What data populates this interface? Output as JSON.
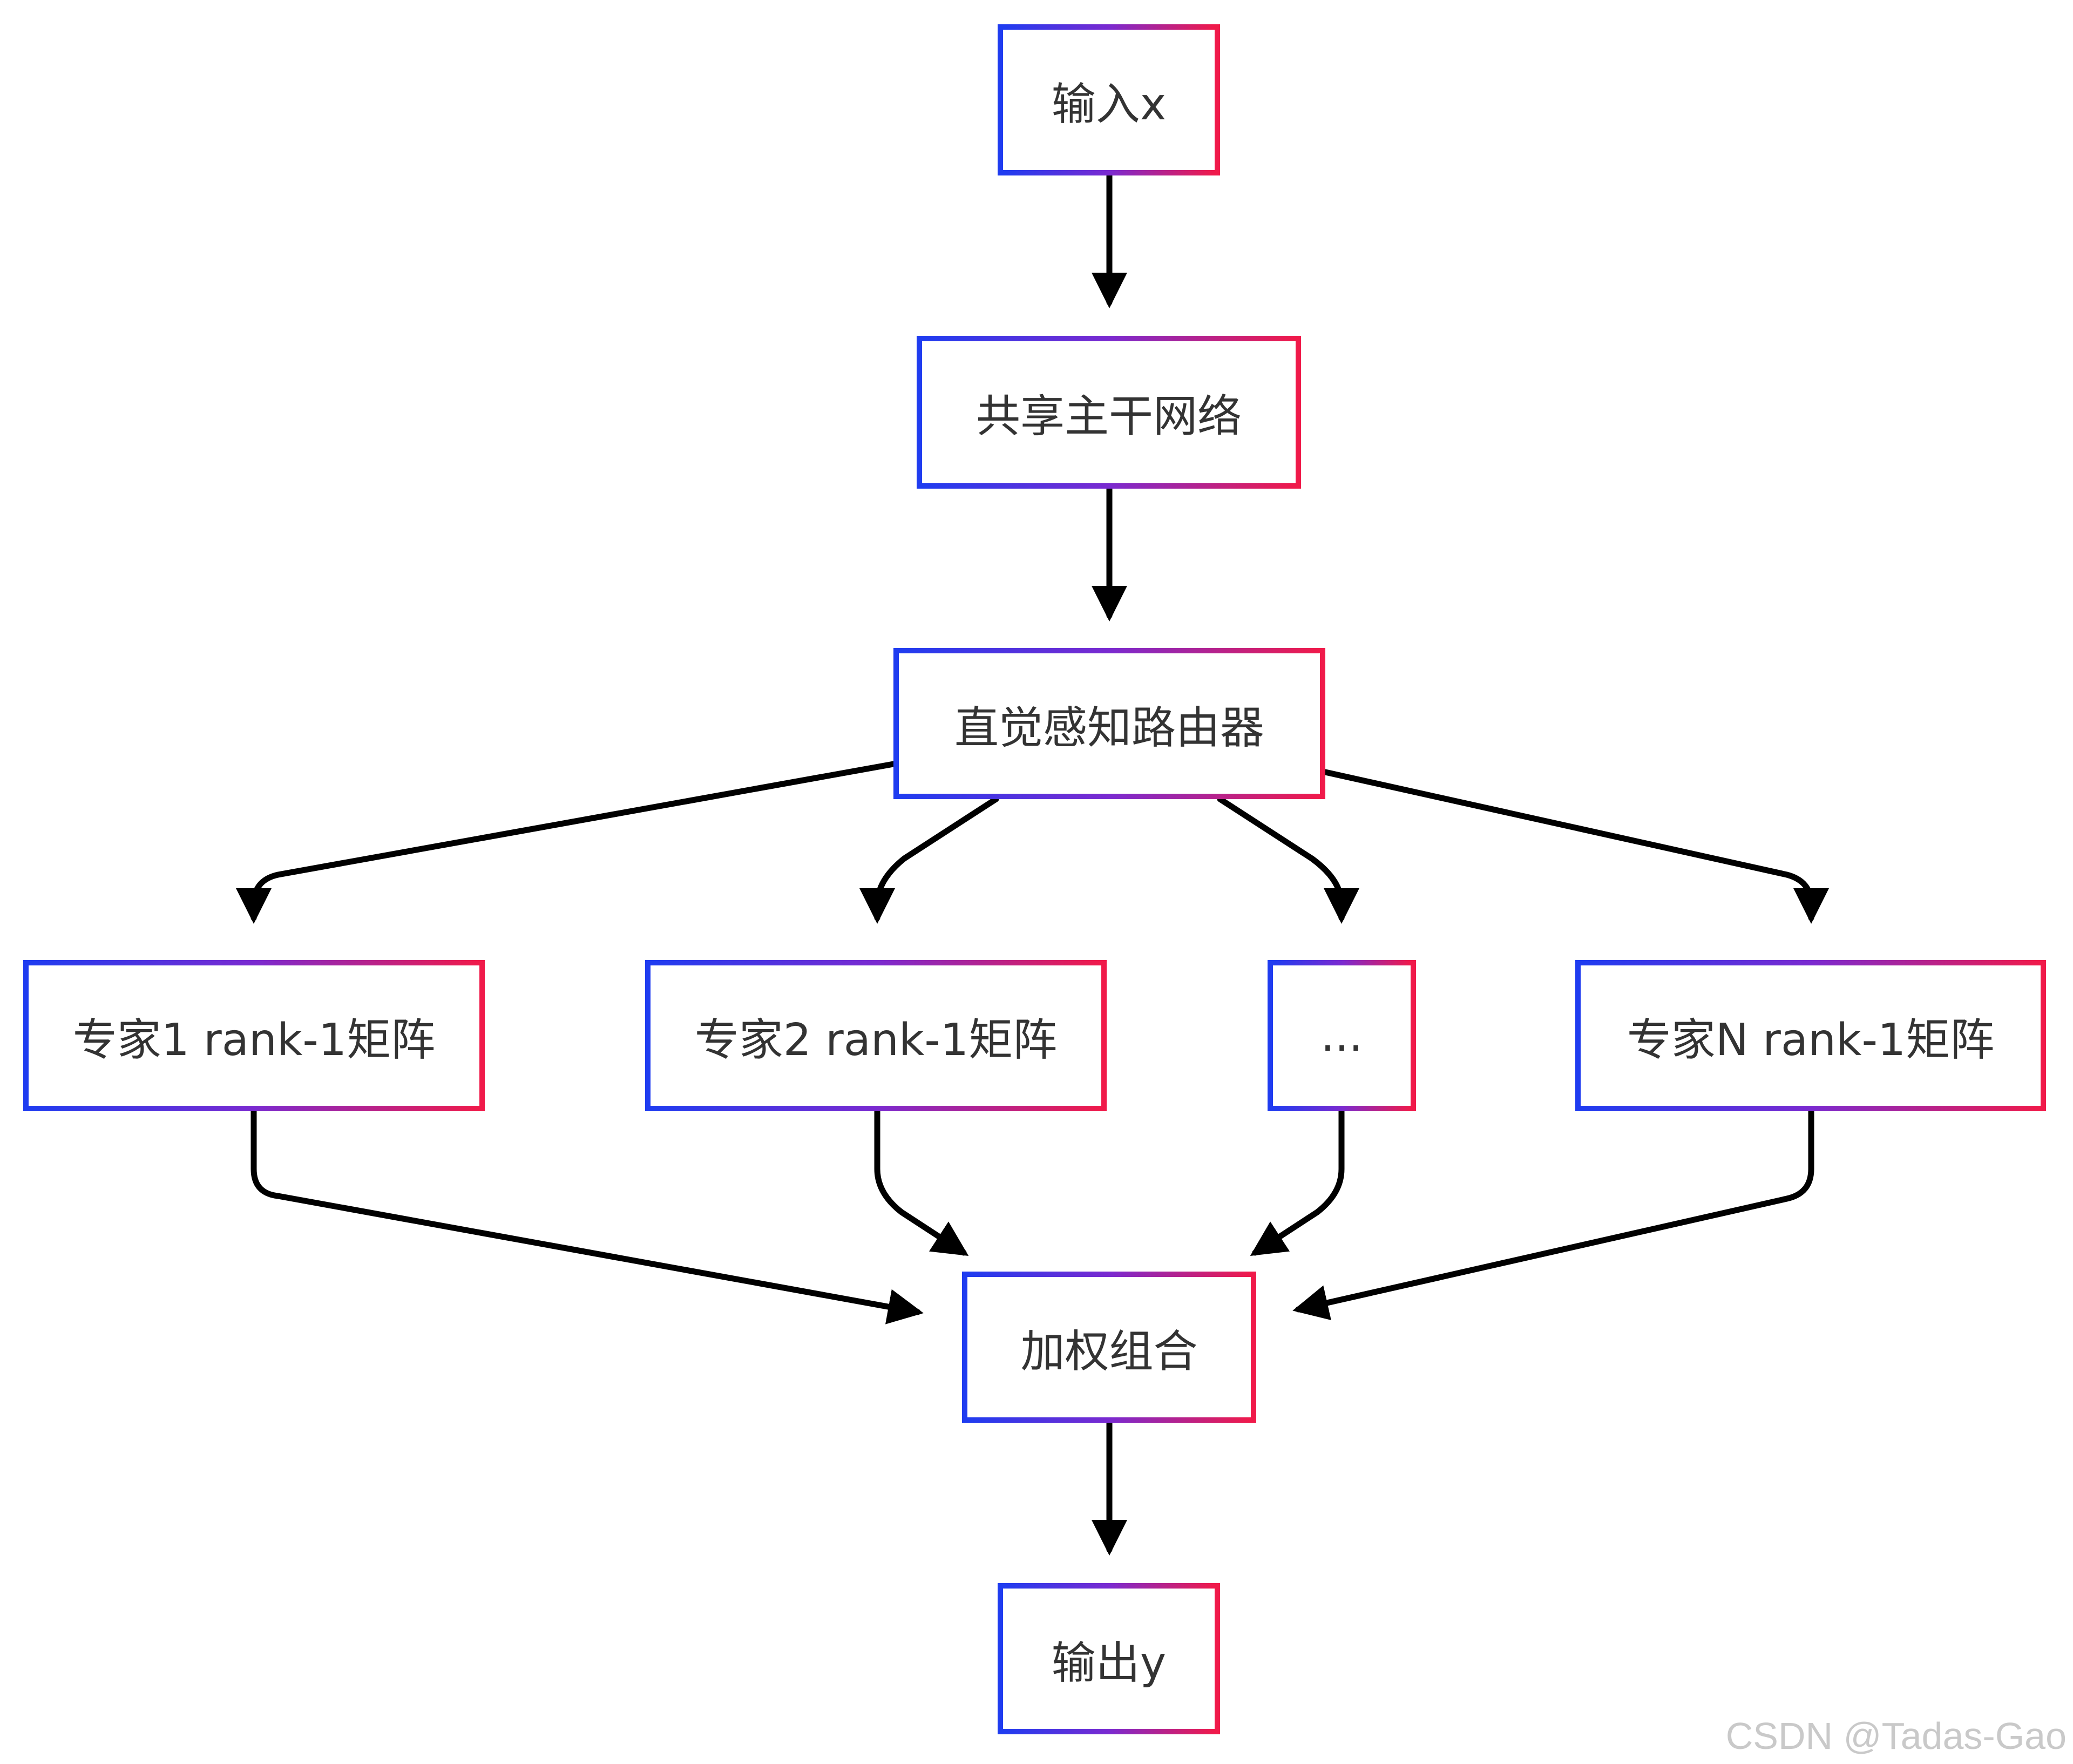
{
  "nodes": {
    "input": "输入x",
    "backbone": "共享主干网络",
    "router": "直觉感知路由器",
    "expert1": "专家1 rank-1矩阵",
    "expert2": "专家2 rank-1矩阵",
    "ellipsis": "...",
    "expertN": "专家N rank-1矩阵",
    "combine": "加权组合",
    "output": "输出y"
  },
  "colors": {
    "border_start": "#1f3cf0",
    "border_end": "#f01a4a",
    "edge": "#000000",
    "text": "#333333"
  },
  "watermark": "CSDN @Tadas-Gao"
}
